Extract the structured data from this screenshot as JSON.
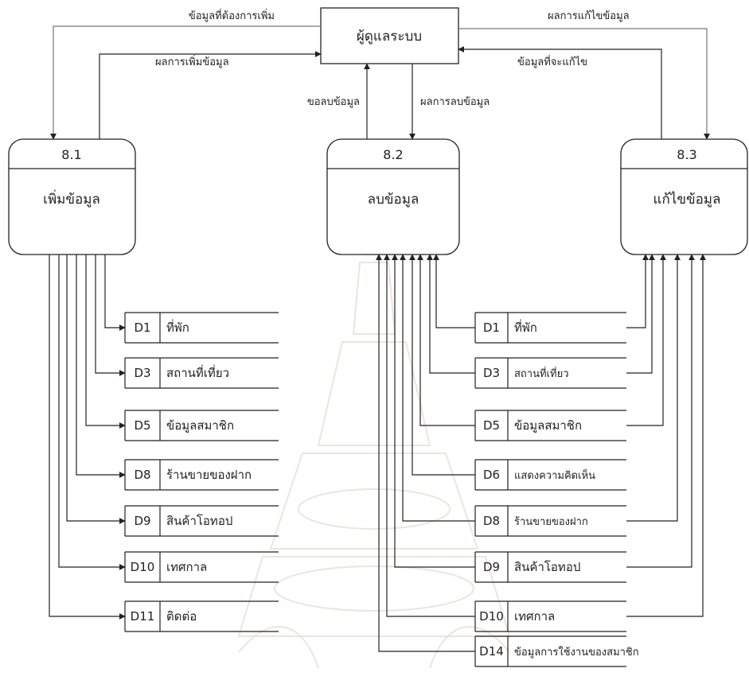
{
  "diagram": {
    "external_entity": {
      "label": "ผู้ดูแลระบบ"
    },
    "processes": [
      {
        "id": "8.1",
        "name": "เพิ่มข้อมูล"
      },
      {
        "id": "8.2",
        "name": "ลบข้อมูล"
      },
      {
        "id": "8.3",
        "name": "แก้ไขข้อมูล"
      }
    ],
    "flows": {
      "to_8_1": "ข้อมูลที่ต้องการเพิ่ม",
      "from_8_1": "ผลการเพิ่มข้อมูล",
      "to_8_2": "ขอลบข้อมูล",
      "from_8_2": "ผลการลบข้อมูล",
      "from_8_3": "ผลการแก้ไขข้อมูล",
      "to_8_3": "ข้อมูลที่จะแก้ไข"
    },
    "stores_left": [
      {
        "id": "D1",
        "name": "ที่พัก"
      },
      {
        "id": "D3",
        "name": "สถานที่เที่ยว"
      },
      {
        "id": "D5",
        "name": "ข้อมูลสมาชิก"
      },
      {
        "id": "D8",
        "name": "ร้านขายของฝาก"
      },
      {
        "id": "D9",
        "name": "สินค้าโอทอป"
      },
      {
        "id": "D10",
        "name": "เทศกาล"
      },
      {
        "id": "D11",
        "name": "ติดต่อ"
      }
    ],
    "stores_right": [
      {
        "id": "D1",
        "name": "ที่พัก"
      },
      {
        "id": "D3",
        "name": "สถานที่เที่ยว"
      },
      {
        "id": "D5",
        "name": "ข้อมูลสมาชิก"
      },
      {
        "id": "D6",
        "name": "แสดงความคิดเห็น"
      },
      {
        "id": "D8",
        "name": "ร้านขายของฝาก"
      },
      {
        "id": "D9",
        "name": "สินค้าโอทอป"
      },
      {
        "id": "D10",
        "name": "เทศกาล"
      },
      {
        "id": "D14",
        "name": "ข้อมูลการใช้งานของสมาชิก"
      }
    ]
  }
}
